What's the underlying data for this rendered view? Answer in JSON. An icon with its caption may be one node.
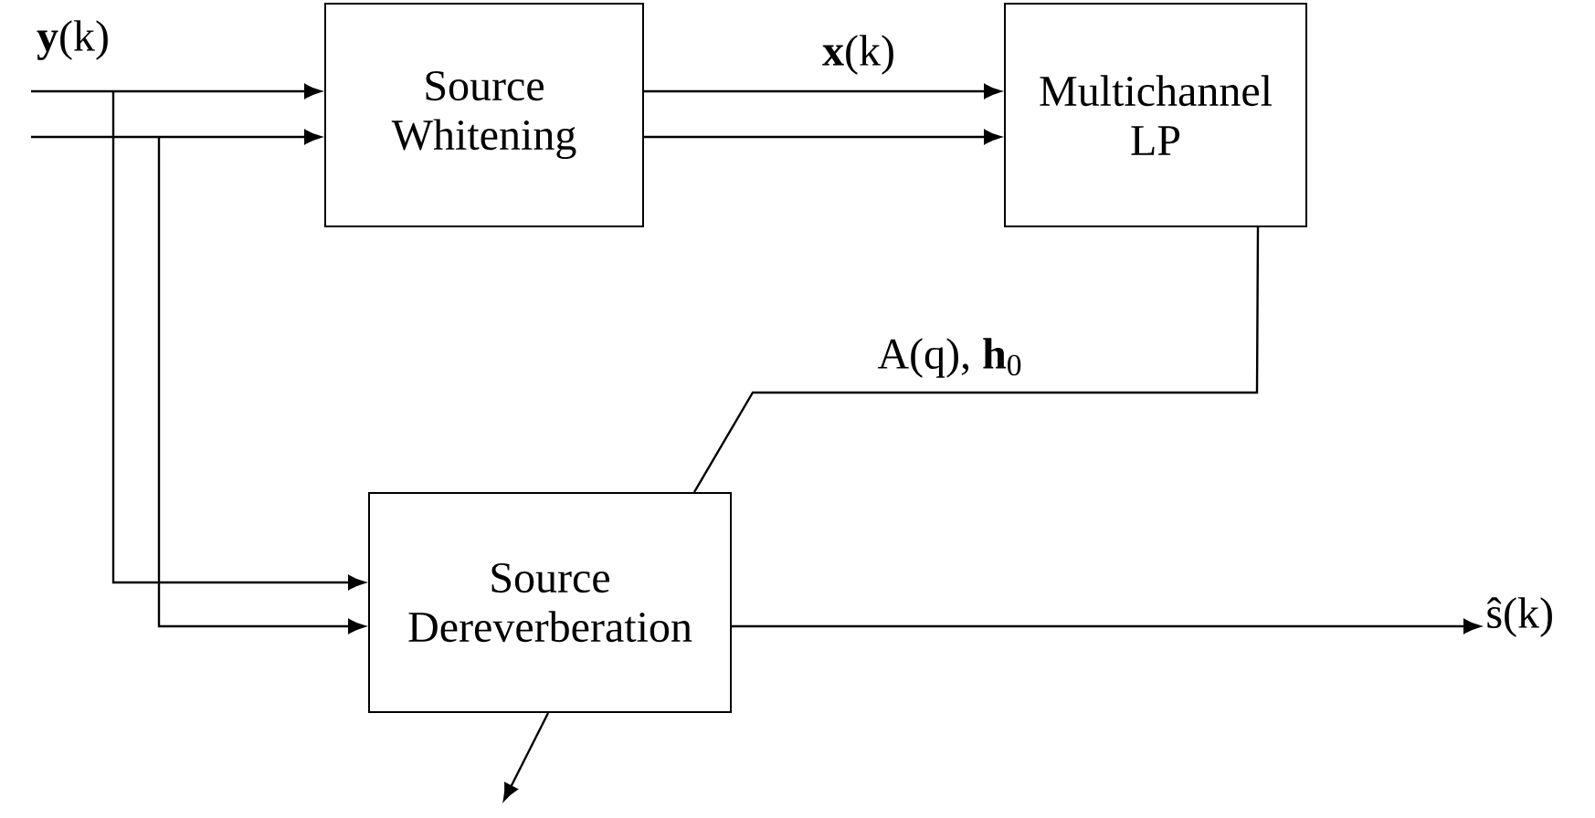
{
  "diagram": {
    "nodes": [
      {
        "text": [
          "Source Whitening"
        ]
      },
      {
        "text": [
          "Multichannel LP"
        ]
      },
      {
        "text": [
          "Source Dereverberation"
        ]
      },
      {
        "text": [
          "ŝ(k)"
        ]
      }
    ],
    "edges": [
      {
        "from": null,
        "to": 0,
        "arrow": "to",
        "label": "**y**(k)"
      },
      {
        "from": null,
        "to": 0,
        "arrow": "to"
      },
      {
        "from": null,
        "to": 2,
        "arrow": "to"
      },
      {
        "from": null,
        "to": 2,
        "arrow": "to"
      },
      {
        "from": 0,
        "to": 1,
        "arrow": "to",
        "label": "**x**(k)"
      },
      {
        "from": 0,
        "to": 1,
        "arrow": "to"
      },
      {
        "from": 1,
        "to": 2,
        "arrow": "none",
        "label": "A(q), **h**$_{0}$"
      },
      {
        "from": 2,
        "to": 3,
        "arrow": "to"
      },
      {
        "from": 2,
        "to": null,
        "arrow": "to"
      }
    ]
  }
}
